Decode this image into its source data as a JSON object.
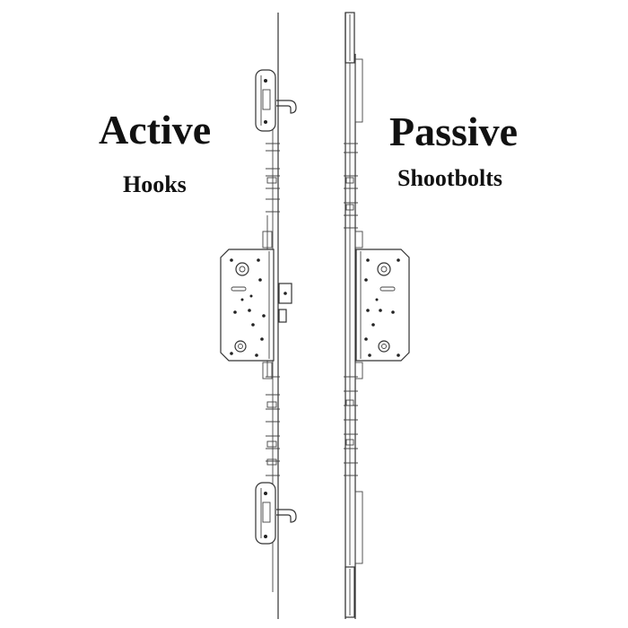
{
  "active": {
    "title": "Active",
    "subtitle": "Hooks"
  },
  "passive": {
    "title": "Passive",
    "subtitle": "Shootbolts"
  },
  "colors": {
    "text": "#111111",
    "line": "#333333",
    "background": "#ffffff"
  }
}
